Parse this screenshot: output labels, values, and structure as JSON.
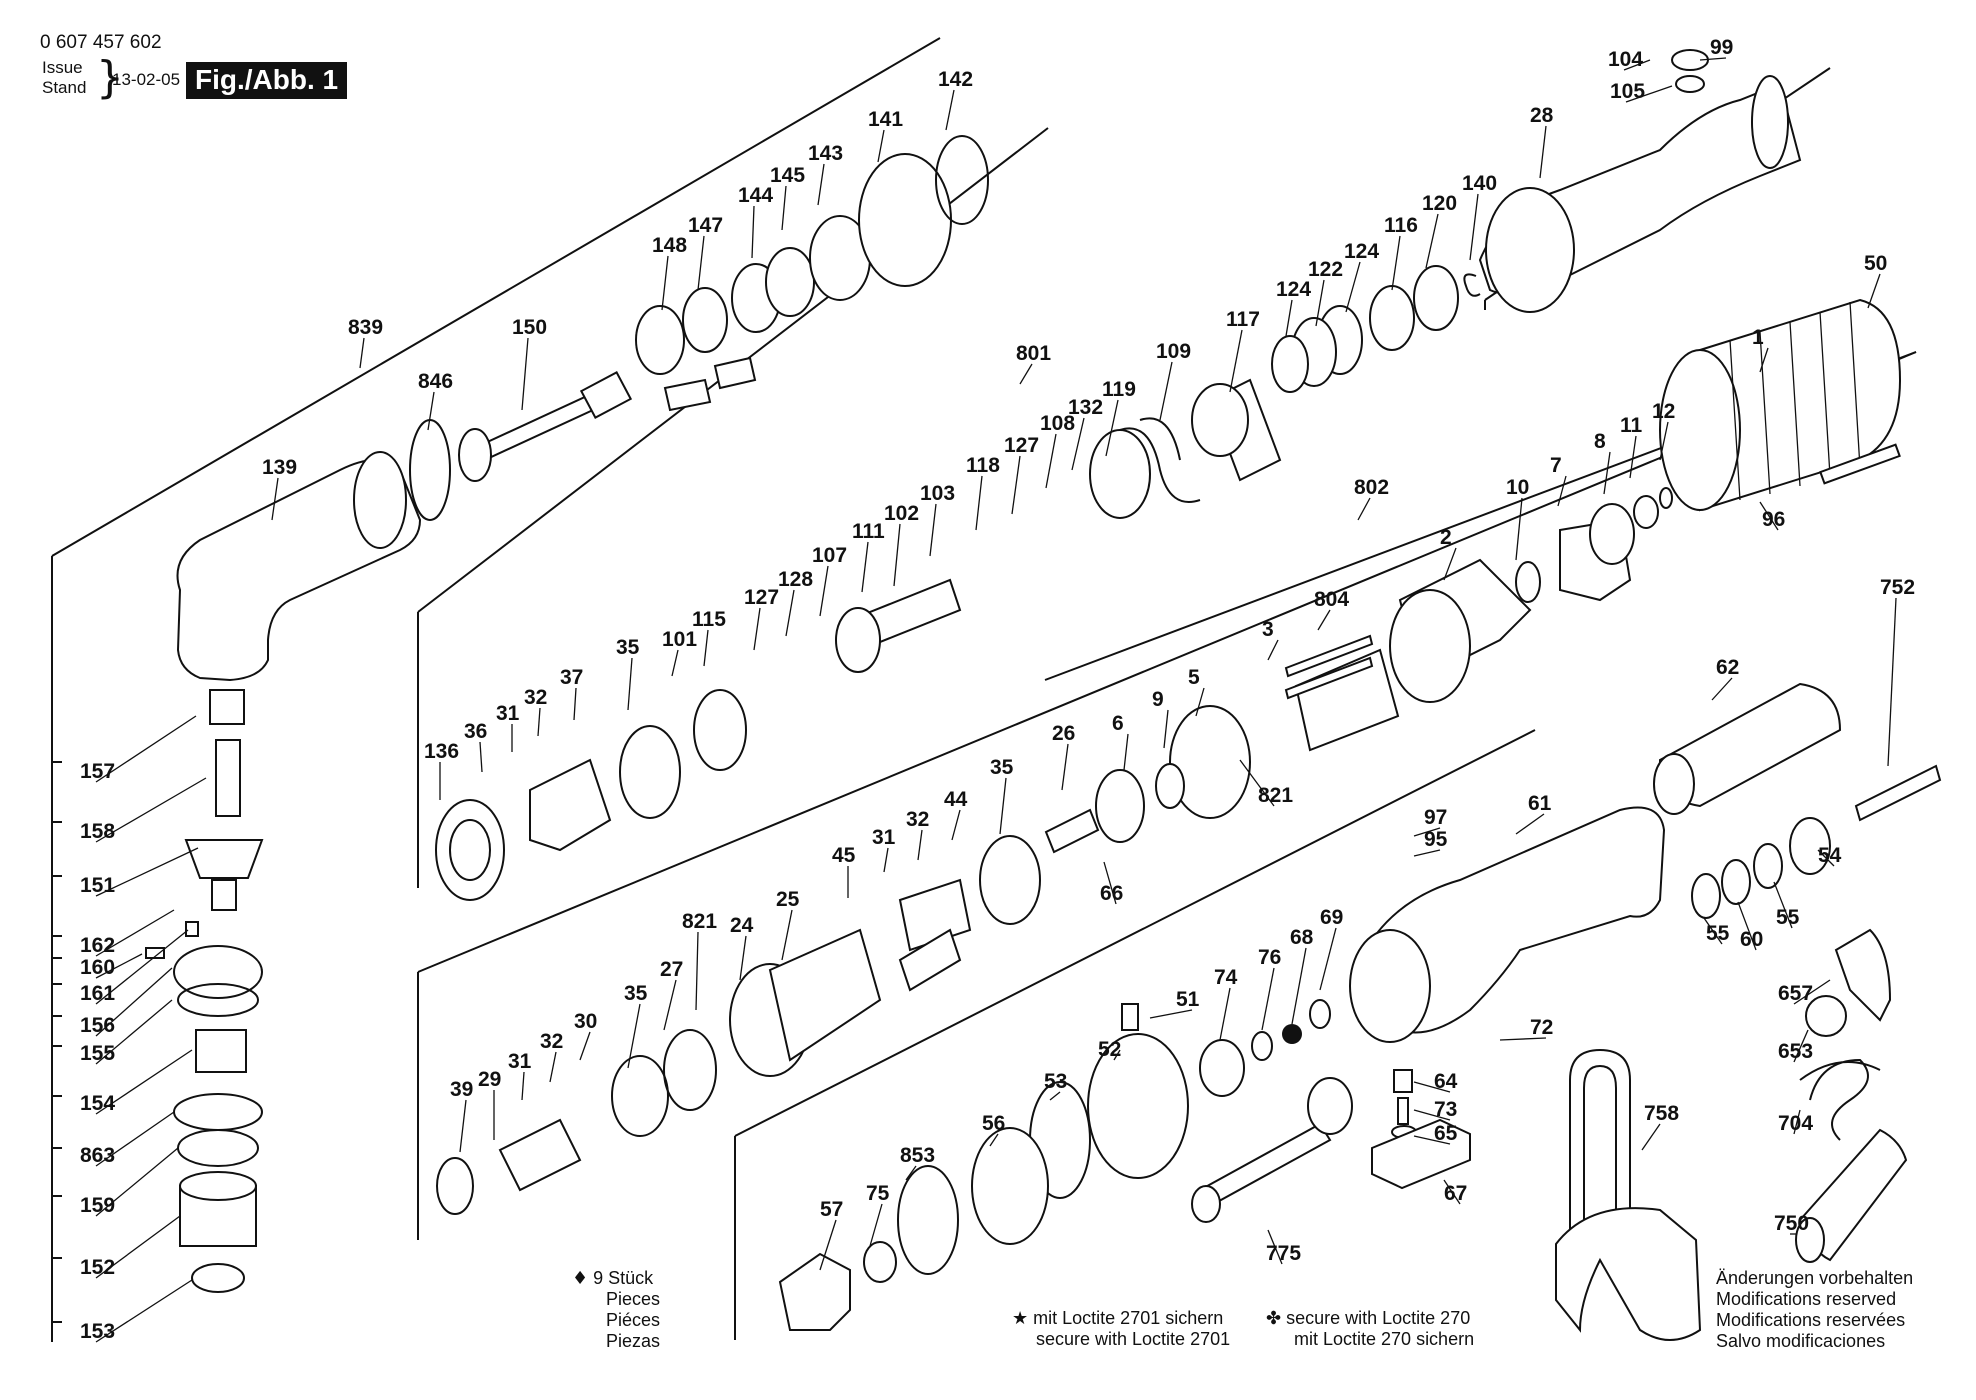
{
  "header": {
    "doc_number": "0 607 457 602",
    "issue_label": "Issue",
    "stand_label": "Stand",
    "issue_date": "13-02-05",
    "figure_label": "Fig./Abb. 1"
  },
  "notes": {
    "pieces_symbol": "♦",
    "pieces_lines": [
      "9 Stück",
      "Pieces",
      "Piéces",
      "Piezas"
    ],
    "star_symbol": "★",
    "star_lines": [
      "mit Loctite 2701 sichern",
      "secure with Loctite 2701"
    ],
    "clover_symbol": "✤",
    "clover_lines": [
      "secure with Loctite 270",
      "mit Loctite 270 sichern"
    ],
    "modifications_lines": [
      "Änderungen vorbehalten",
      "Modifications reserved",
      "Modifications reservées",
      "Salvo modificaciones"
    ]
  },
  "part_labels": [
    {
      "id": "p104",
      "text": "104"
    },
    {
      "id": "p99",
      "text": "99"
    },
    {
      "id": "p105",
      "text": "105"
    },
    {
      "id": "p28",
      "text": "28"
    },
    {
      "id": "p142",
      "text": "142"
    },
    {
      "id": "p141",
      "text": "141"
    },
    {
      "id": "p143",
      "text": "143"
    },
    {
      "id": "p145",
      "text": "145"
    },
    {
      "id": "p144",
      "text": "144"
    },
    {
      "id": "p147",
      "text": "147"
    },
    {
      "id": "p148",
      "text": "148"
    },
    {
      "id": "p150",
      "text": "150"
    },
    {
      "id": "p839",
      "text": "839"
    },
    {
      "id": "p846",
      "text": "846"
    },
    {
      "id": "p139",
      "text": "139"
    },
    {
      "id": "p140",
      "text": "140"
    },
    {
      "id": "p120",
      "text": "120"
    },
    {
      "id": "p116",
      "text": "116"
    },
    {
      "id": "p124a",
      "text": "124"
    },
    {
      "id": "p122",
      "text": "122"
    },
    {
      "id": "p124b",
      "text": "124"
    },
    {
      "id": "p117",
      "text": "117"
    },
    {
      "id": "p109",
      "text": "109"
    },
    {
      "id": "p801",
      "text": "801"
    },
    {
      "id": "p119",
      "text": "119"
    },
    {
      "id": "p132",
      "text": "132"
    },
    {
      "id": "p108",
      "text": "108"
    },
    {
      "id": "p127a",
      "text": "127"
    },
    {
      "id": "p118",
      "text": "118"
    },
    {
      "id": "p103",
      "text": "103"
    },
    {
      "id": "p102",
      "text": "102"
    },
    {
      "id": "p111",
      "text": "111"
    },
    {
      "id": "p107",
      "text": "107"
    },
    {
      "id": "p128",
      "text": "128"
    },
    {
      "id": "p127b",
      "text": "127"
    },
    {
      "id": "p115",
      "text": "115"
    },
    {
      "id": "p101",
      "text": "101"
    },
    {
      "id": "p35a",
      "text": "35"
    },
    {
      "id": "p37",
      "text": "37"
    },
    {
      "id": "p32a",
      "text": "32"
    },
    {
      "id": "p31a",
      "text": "31"
    },
    {
      "id": "p36",
      "text": "36"
    },
    {
      "id": "p136",
      "text": "136"
    },
    {
      "id": "p50",
      "text": "50"
    },
    {
      "id": "p1",
      "text": "1"
    },
    {
      "id": "p12",
      "text": "12"
    },
    {
      "id": "p11",
      "text": "11"
    },
    {
      "id": "p8",
      "text": "8"
    },
    {
      "id": "p7",
      "text": "7"
    },
    {
      "id": "p10",
      "text": "10"
    },
    {
      "id": "p802",
      "text": "802"
    },
    {
      "id": "p2",
      "text": "2"
    },
    {
      "id": "p96",
      "text": "96"
    },
    {
      "id": "p804",
      "text": "804"
    },
    {
      "id": "p3",
      "text": "3"
    },
    {
      "id": "p5",
      "text": "5"
    },
    {
      "id": "p9",
      "text": "9"
    },
    {
      "id": "p6",
      "text": "6"
    },
    {
      "id": "p26",
      "text": "26"
    },
    {
      "id": "p821a",
      "text": "821"
    },
    {
      "id": "p35b",
      "text": "35"
    },
    {
      "id": "p44",
      "text": "44"
    },
    {
      "id": "p32b",
      "text": "32"
    },
    {
      "id": "p31b",
      "text": "31"
    },
    {
      "id": "p45",
      "text": "45"
    },
    {
      "id": "p66",
      "text": "66"
    },
    {
      "id": "p752",
      "text": "752"
    },
    {
      "id": "p62",
      "text": "62"
    },
    {
      "id": "p61",
      "text": "61"
    },
    {
      "id": "p97",
      "text": "97"
    },
    {
      "id": "p95",
      "text": "95"
    },
    {
      "id": "p54",
      "text": "54"
    },
    {
      "id": "p55a",
      "text": "55"
    },
    {
      "id": "p60",
      "text": "60"
    },
    {
      "id": "p55b",
      "text": "55"
    },
    {
      "id": "p25",
      "text": "25"
    },
    {
      "id": "p24",
      "text": "24"
    },
    {
      "id": "p821b",
      "text": "821"
    },
    {
      "id": "p27",
      "text": "27"
    },
    {
      "id": "p35c",
      "text": "35"
    },
    {
      "id": "p30",
      "text": "30"
    },
    {
      "id": "p32c",
      "text": "32"
    },
    {
      "id": "p31c",
      "text": "31"
    },
    {
      "id": "p29",
      "text": "29"
    },
    {
      "id": "p39",
      "text": "39"
    },
    {
      "id": "p69",
      "text": "69"
    },
    {
      "id": "p68",
      "text": "68"
    },
    {
      "id": "p76",
      "text": "76"
    },
    {
      "id": "p74",
      "text": "74"
    },
    {
      "id": "p51",
      "text": "51"
    },
    {
      "id": "p52",
      "text": "52"
    },
    {
      "id": "p53",
      "text": "53"
    },
    {
      "id": "p72",
      "text": "72"
    },
    {
      "id": "p64",
      "text": "64"
    },
    {
      "id": "p73",
      "text": "73"
    },
    {
      "id": "p65",
      "text": "65"
    },
    {
      "id": "p67",
      "text": "67"
    },
    {
      "id": "p775",
      "text": "775"
    },
    {
      "id": "p56",
      "text": "56"
    },
    {
      "id": "p853",
      "text": "853"
    },
    {
      "id": "p75",
      "text": "75"
    },
    {
      "id": "p57",
      "text": "57"
    },
    {
      "id": "p657",
      "text": "657"
    },
    {
      "id": "p653",
      "text": "653"
    },
    {
      "id": "p704",
      "text": "704"
    },
    {
      "id": "p750",
      "text": "750"
    },
    {
      "id": "p758",
      "text": "758"
    },
    {
      "id": "p157",
      "text": "157"
    },
    {
      "id": "p158",
      "text": "158"
    },
    {
      "id": "p151",
      "text": "151"
    },
    {
      "id": "p162",
      "text": "162"
    },
    {
      "id": "p160",
      "text": "160"
    },
    {
      "id": "p161",
      "text": "161"
    },
    {
      "id": "p156",
      "text": "156"
    },
    {
      "id": "p155",
      "text": "155"
    },
    {
      "id": "p154",
      "text": "154"
    },
    {
      "id": "p863",
      "text": "863"
    },
    {
      "id": "p159",
      "text": "159"
    },
    {
      "id": "p152",
      "text": "152"
    },
    {
      "id": "p153",
      "text": "153"
    }
  ]
}
